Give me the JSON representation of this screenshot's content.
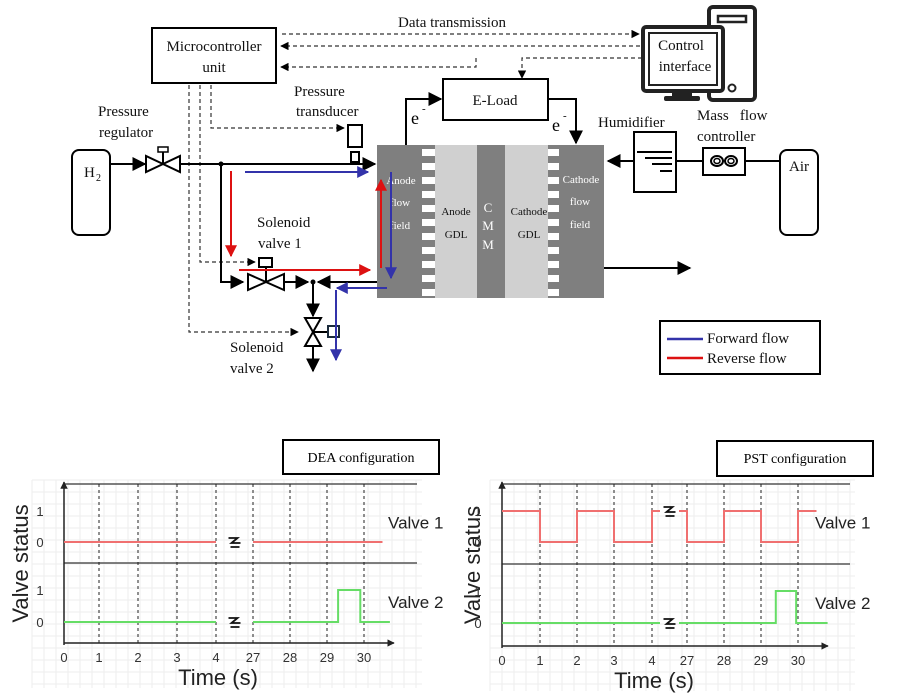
{
  "diagram": {
    "data_transmission_label": "Data transmission",
    "microcontroller": [
      "Microcontroller",
      "unit"
    ],
    "control_interface": [
      "Control",
      "interface"
    ],
    "e_load": "E-Load",
    "electron_symbol": "e",
    "electron_sup": "-",
    "pressure_transducer": [
      "Pressure",
      "transducer"
    ],
    "pressure_regulator": [
      "Pressure",
      "regulator"
    ],
    "h2_tank": "H",
    "h2_sub": "2",
    "air_tank": "Air",
    "humidifier": "Humidifier",
    "mass_flow_controller": [
      "Mass   flow",
      "controller"
    ],
    "solenoid_valve_1": [
      "Solenoid",
      "valve 1"
    ],
    "solenoid_valve_2": [
      "Solenoid",
      "valve 2"
    ],
    "cell_layers": {
      "anode_flow_field": [
        "Anode",
        "flow",
        "field"
      ],
      "anode_gdl": [
        "Anode",
        "GDL"
      ],
      "ccm": [
        "C",
        "M",
        "M"
      ],
      "cathode_gdl": [
        "Cathode",
        "GDL"
      ],
      "cathode_flow_field": [
        "Cathode",
        "flow",
        "field"
      ]
    },
    "legend": [
      {
        "label": "Forward flow",
        "color": "#3333aa"
      },
      {
        "label": "Reverse flow",
        "color": "#dd1111"
      }
    ]
  },
  "chart_data": [
    {
      "type": "line",
      "title": "DEA configuration",
      "xlabel": "Time (s)",
      "ylabel": "Valve status",
      "x_ticks": [
        "0",
        "1",
        "2",
        "3",
        "4",
        "27",
        "28",
        "29",
        "30"
      ],
      "y_ticks": [
        "0",
        "1"
      ],
      "axis_break_between": [
        "4",
        "27"
      ],
      "grid": true,
      "series": [
        {
          "name": "Valve 1",
          "color": "#f07070",
          "points": [
            [
              0,
              0
            ],
            [
              1,
              0
            ],
            [
              2,
              0
            ],
            [
              3,
              0
            ],
            [
              4,
              0
            ],
            [
              27,
              0
            ],
            [
              28,
              0
            ],
            [
              29,
              0
            ],
            [
              30,
              0
            ],
            [
              30.5,
              0
            ]
          ]
        },
        {
          "name": "Valve 2",
          "color": "#66dd66",
          "points": [
            [
              0,
              0
            ],
            [
              4,
              0
            ],
            [
              27,
              0
            ],
            [
              28,
              0
            ],
            [
              29,
              0
            ],
            [
              29.3,
              0
            ],
            [
              29.3,
              1
            ],
            [
              29.9,
              1
            ],
            [
              29.9,
              0
            ],
            [
              30.7,
              0
            ]
          ]
        }
      ]
    },
    {
      "type": "line",
      "title": "PST configuration",
      "xlabel": "Time (s)",
      "ylabel": "Valve status",
      "x_ticks": [
        "0",
        "1",
        "2",
        "3",
        "4",
        "27",
        "28",
        "29",
        "30"
      ],
      "y_ticks": [
        "0",
        "1"
      ],
      "axis_break_between": [
        "4",
        "27"
      ],
      "grid": true,
      "series": [
        {
          "name": "Valve 1",
          "color": "#f07070",
          "points": [
            [
              0,
              1
            ],
            [
              1,
              1
            ],
            [
              1,
              0
            ],
            [
              2,
              0
            ],
            [
              2,
              1
            ],
            [
              3,
              1
            ],
            [
              3,
              0
            ],
            [
              4,
              0
            ],
            [
              4,
              1
            ],
            [
              4.2,
              1
            ],
            [
              26.8,
              1
            ],
            [
              27,
              1
            ],
            [
              27,
              0
            ],
            [
              28,
              0
            ],
            [
              28,
              1
            ],
            [
              29,
              1
            ],
            [
              29,
              0
            ],
            [
              30,
              0
            ],
            [
              30,
              1
            ],
            [
              30.5,
              1
            ]
          ]
        },
        {
          "name": "Valve 2",
          "color": "#66dd66",
          "points": [
            [
              0,
              0
            ],
            [
              4.2,
              0
            ],
            [
              26.8,
              0
            ],
            [
              29,
              0
            ],
            [
              29.4,
              0
            ],
            [
              29.4,
              1
            ],
            [
              29.95,
              1
            ],
            [
              29.95,
              0
            ],
            [
              30.8,
              0
            ]
          ]
        }
      ]
    }
  ]
}
